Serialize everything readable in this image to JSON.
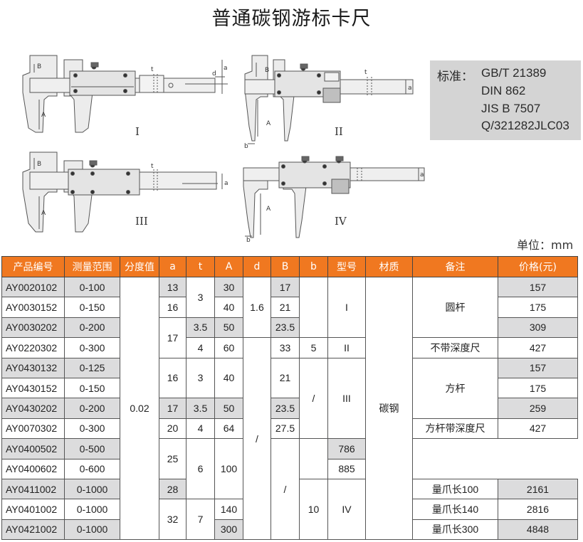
{
  "title": "普通碳钢游标卡尺",
  "standards": {
    "label": "标准：",
    "items": [
      "GB/T 21389",
      "DIN 862",
      "JIS B 7507",
      "Q/321282JLC03"
    ]
  },
  "unit": "单位：mm",
  "drawings": {
    "d1": {
      "type": "I",
      "dims": {
        "B": "B",
        "A": "A",
        "t": "t",
        "d": "d",
        "a": "a"
      }
    },
    "d2": {
      "type": "II",
      "dims": {
        "B": "B",
        "A": "A",
        "t": "t",
        "a": "a",
        "b": "b"
      }
    },
    "d3": {
      "type": "III",
      "dims": {
        "B": "B",
        "A": "A",
        "t": "t",
        "a": "a"
      }
    },
    "d4": {
      "type": "IV",
      "dims": {
        "A": "A",
        "a": "a",
        "b": "b"
      }
    }
  },
  "table": {
    "headers": [
      "产品编号",
      "测量范围",
      "分度值",
      "a",
      "t",
      "A",
      "d",
      "B",
      "b",
      "型号",
      "材质",
      "备注",
      "价格(元)"
    ],
    "codes": [
      "AY0020102",
      "AY0030152",
      "AY0030202",
      "AY0220302",
      "AY0430132",
      "AY0430152",
      "AY0430202",
      "AY0070302",
      "AY0400502",
      "AY0400602",
      "AY0411002",
      "AY0401002",
      "AY0421002"
    ],
    "ranges": [
      "0-100",
      "0-150",
      "0-200",
      "0-300",
      "0-125",
      "0-150",
      "0-200",
      "0-300",
      "0-500",
      "0-600",
      "0-1000",
      "0-1000",
      "0-1000"
    ],
    "division": "0.02",
    "a": [
      "13",
      "16",
      "17",
      "16",
      "17",
      "20",
      "25",
      "28",
      "32"
    ],
    "t": [
      "3",
      "3.5",
      "4",
      "3",
      "3.5",
      "4",
      "6",
      "7"
    ],
    "A": [
      "30",
      "40",
      "50",
      "60",
      "40",
      "50",
      "64",
      "100",
      "140",
      "300"
    ],
    "d": [
      "1.6",
      "/"
    ],
    "B": [
      "17",
      "21",
      "23.5",
      "33",
      "21",
      "23.5",
      "27.5",
      "/"
    ],
    "b": [
      "5",
      "/",
      "10"
    ],
    "model": [
      "I",
      "II",
      "III",
      "IV"
    ],
    "material": "碳钢",
    "notes": [
      "圆杆",
      "不带深度尺",
      "方杆",
      "方杆带深度尺",
      "量爪长100",
      "量爪长140",
      "量爪长300"
    ],
    "prices": [
      "157",
      "175",
      "309",
      "427",
      "157",
      "175",
      "259",
      "427",
      "786",
      "885",
      "2161",
      "2816",
      "4848"
    ]
  }
}
